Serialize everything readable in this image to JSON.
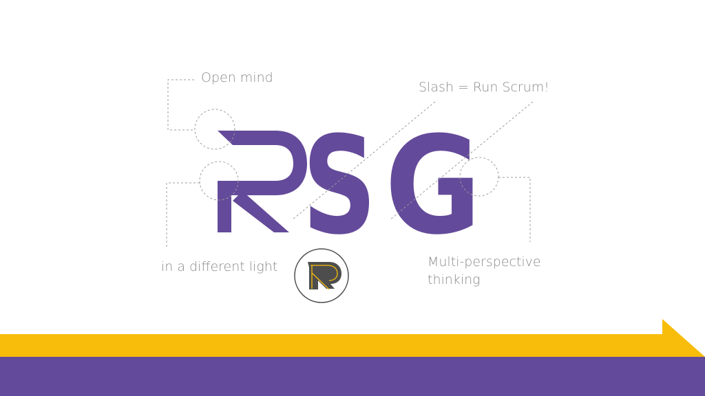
{
  "logo": {
    "letters": [
      "R",
      "S",
      "G"
    ]
  },
  "annotations": {
    "open_mind": "Open mind",
    "slash": "Slash = Run Scrum!",
    "different_light": "in a different light",
    "multi_perspective_line1": "Multi-perspective",
    "multi_perspective_line2": "thinking"
  },
  "colors": {
    "brand_purple": "#644a9a",
    "brand_yellow": "#f8bd0b",
    "label_gray": "#8a8a8a",
    "guide_gray": "#9c9c9c",
    "icon_gray": "#4d4d4d"
  },
  "icons": {
    "brand_mark": "r-arrow-emblem-icon"
  }
}
